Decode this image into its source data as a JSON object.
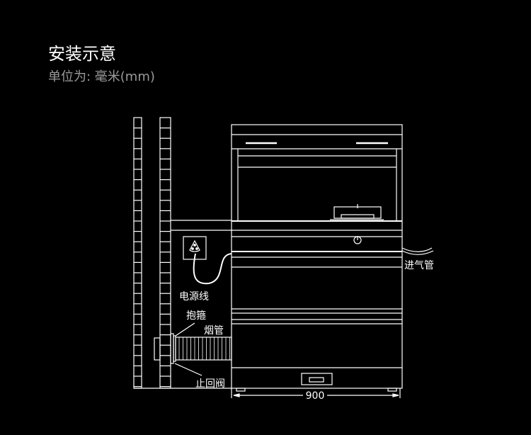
{
  "header": {
    "title": "安装示意",
    "unit": "单位为: 毫米(mm)"
  },
  "labels": {
    "power_cord": "电源线",
    "clamp": "抱箍",
    "flue_pipe": "烟管",
    "check_valve": "止回阀",
    "gas_inlet": "进气管",
    "width_dim": "900"
  }
}
